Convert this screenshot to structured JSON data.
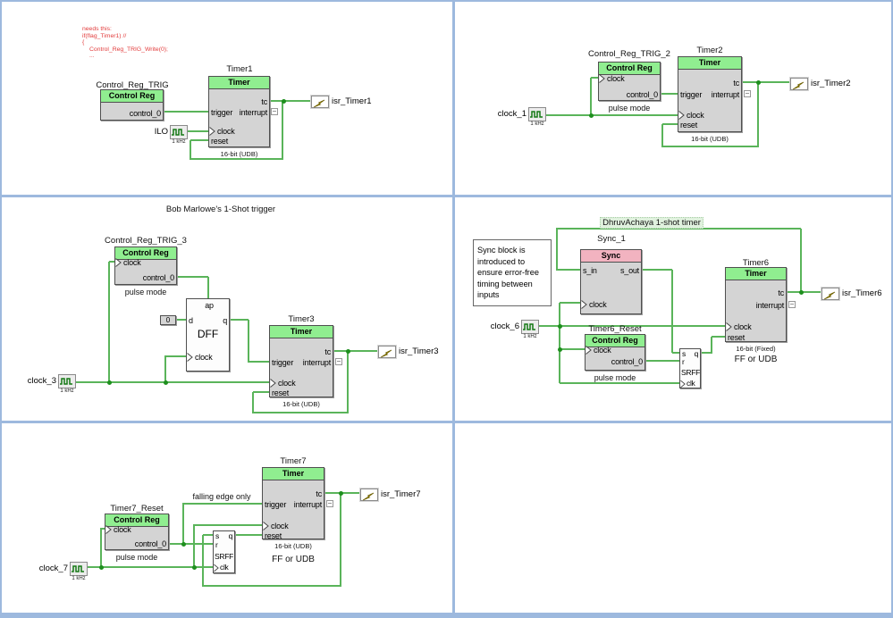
{
  "colors": {
    "wire_green": "#5ab45a",
    "junction_green": "#1e8f1e",
    "header_green": "#90ee90",
    "header_pink": "#f2b3c0",
    "block_fill": "#d4d4d4",
    "panel_border_blue": "#9db9de",
    "code_red": "#e23b3b",
    "bolt_yellow": "#d8c21e"
  },
  "common": {
    "timer_header": "Timer",
    "control_reg_header": "Control Reg",
    "sync_header": "Sync",
    "pins": {
      "tc": "tc",
      "trigger": "trigger",
      "interrupt": "interrupt",
      "clock": "clock",
      "reset": "reset",
      "control_0": "control_0",
      "s_in": "s_in",
      "s_out": "s_out",
      "d": "d",
      "q": "q",
      "ap": "ap",
      "s": "s",
      "r": "r",
      "clk": "clk"
    },
    "footers": {
      "udb": "16-bit (UDB)",
      "fixed": "16-bit (Fixed)",
      "pulse_mode": "pulse mode"
    },
    "freq_label": "1 kHz",
    "ff_or_udb": "FF or UDB",
    "dff_label": "DFF",
    "srff_label": "SRFF",
    "const_zero": "0"
  },
  "panels": {
    "p1": {
      "code": [
        "needs this:",
        "if(flag_Timer1) //",
        "{",
        "Control_Reg_TRIG_Write(0);",
        "..."
      ],
      "control_reg_name": "Control_Reg_TRIG",
      "timer_name": "Timer1",
      "clock_name": "ILO",
      "isr_name": "isr_Timer1"
    },
    "p2": {
      "control_reg_name": "Control_Reg_TRIG_2",
      "timer_name": "Timer2",
      "clock_name": "clock_1",
      "isr_name": "isr_Timer2"
    },
    "p3": {
      "title": "Bob Marlowe's 1-Shot trigger",
      "control_reg_name": "Control_Reg_TRIG_3",
      "timer_name": "Timer3",
      "clock_name": "clock_3",
      "isr_name": "isr_Timer3"
    },
    "p4": {
      "title": "DhruvAchaya 1-shot timer",
      "note": "Sync block is introduced to ensure error-free timing between inputs",
      "sync_name": "Sync_1",
      "timer_name": "Timer6",
      "control_reg_name": "Timer6_Reset",
      "clock_name": "clock_6",
      "isr_name": "isr_Timer6"
    },
    "p5": {
      "timer_name": "Timer7",
      "control_reg_name": "Timer7_Reset",
      "clock_name": "clock_7",
      "isr_name": "isr_Timer7",
      "annotation": "falling edge only"
    }
  }
}
